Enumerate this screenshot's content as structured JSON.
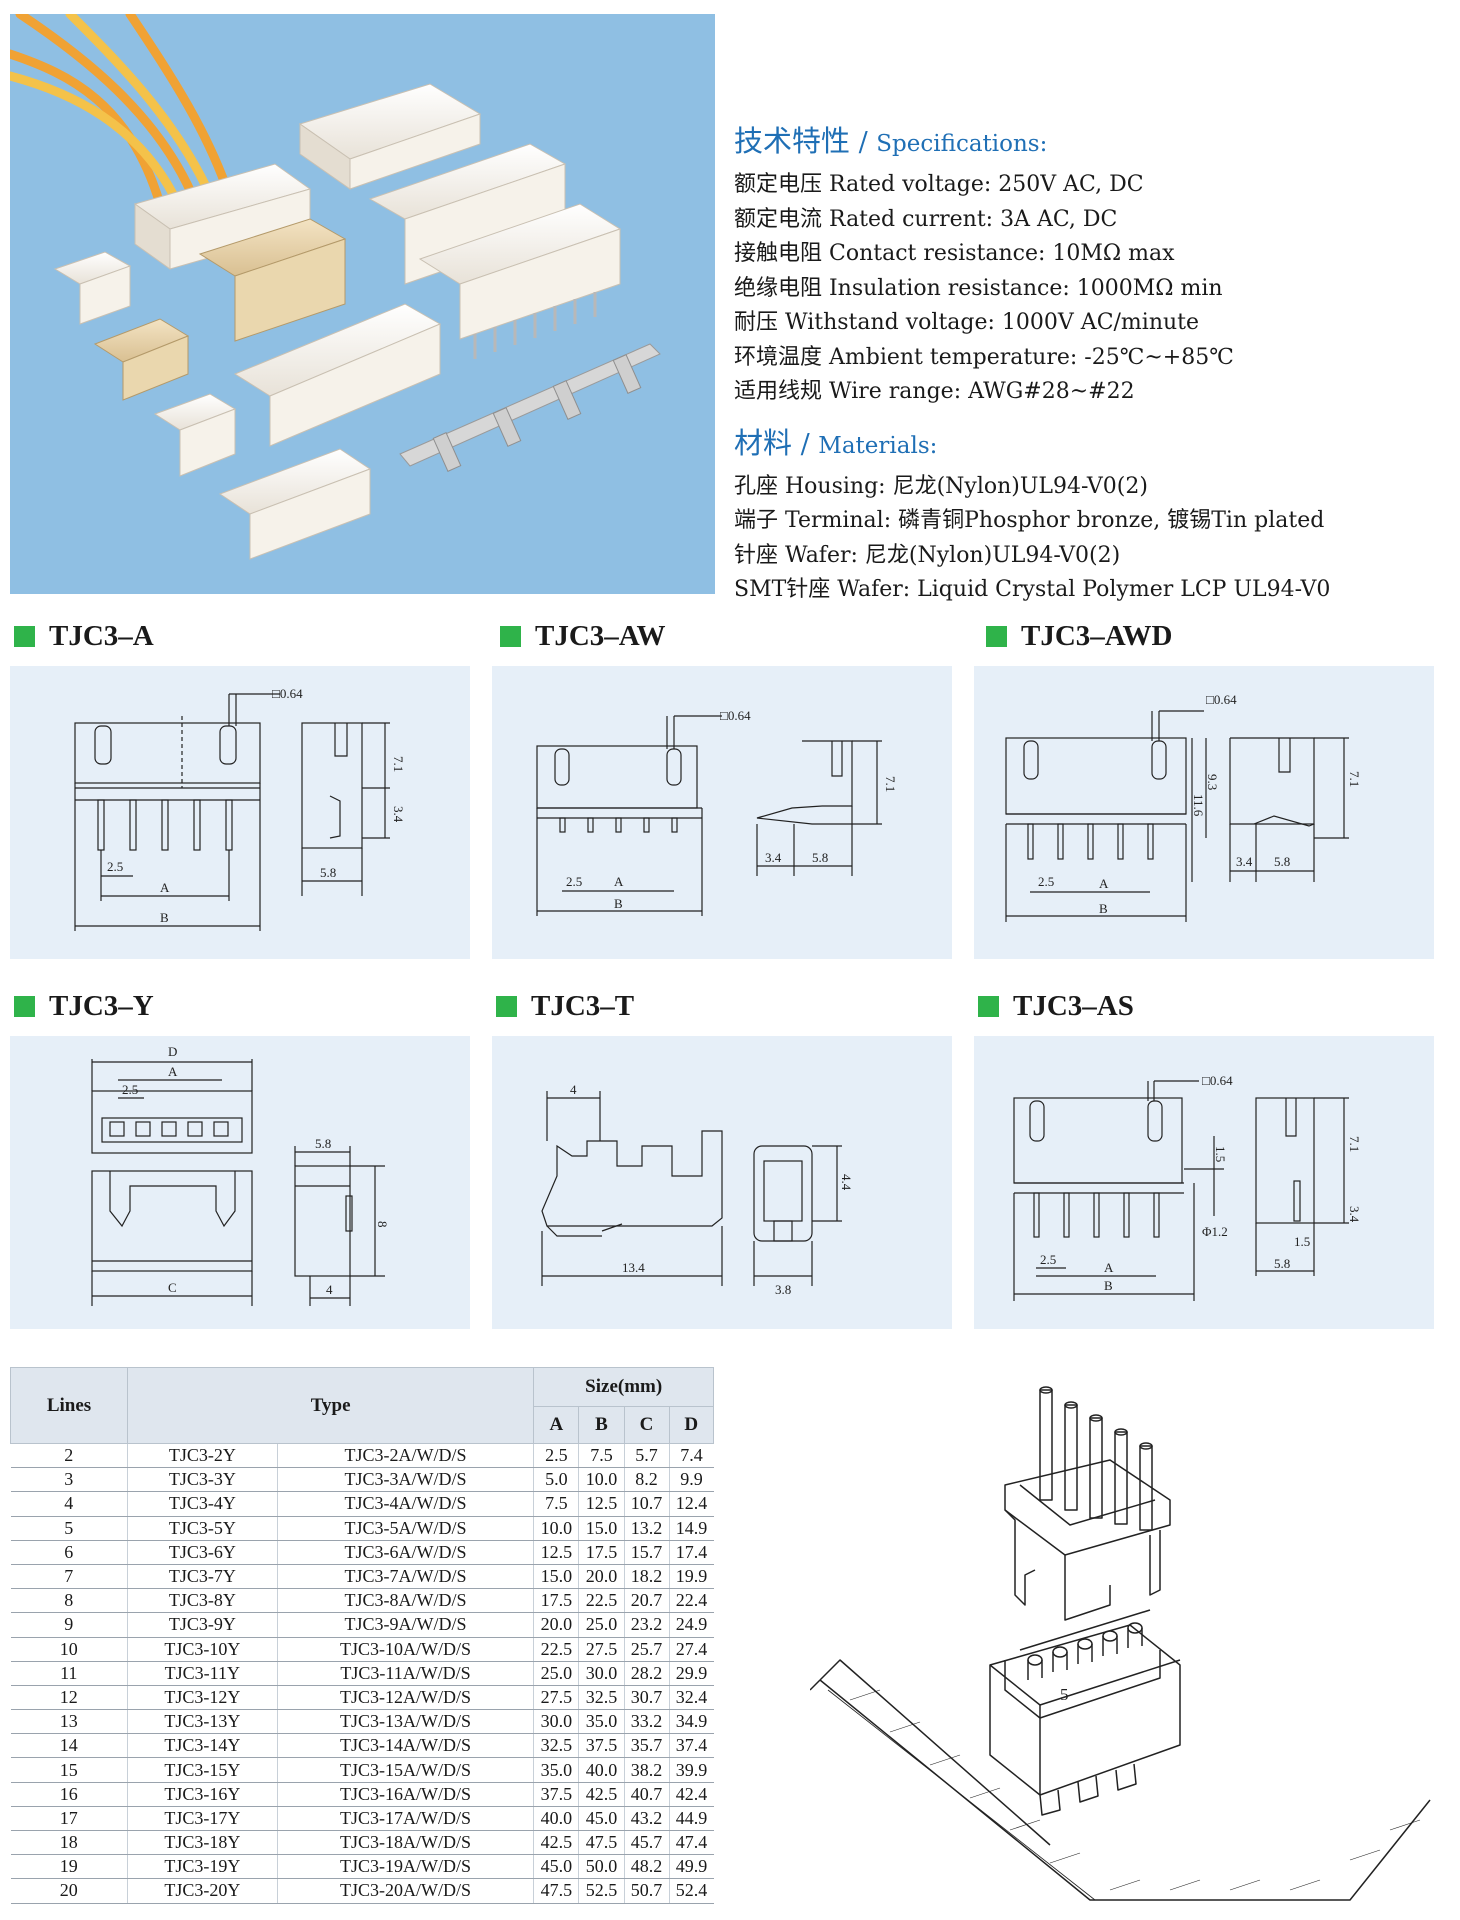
{
  "specifications": {
    "heading_cn": "技术特性",
    "heading_sep": " / ",
    "heading_en": "Specifications:",
    "lines": [
      "额定电压 Rated voltage: 250V AC, DC",
      "额定电流 Rated current: 3A AC, DC",
      "接触电阻 Contact resistance: 10MΩ max",
      "绝缘电阻 Insulation resistance: 1000MΩ min",
      "耐压 Withstand voltage: 1000V AC/minute",
      "环境温度 Ambient temperature: -25℃~+85℃",
      "适用线规 Wire range: AWG#28~#22"
    ]
  },
  "materials": {
    "heading_cn": "材料",
    "heading_sep": " / ",
    "heading_en": "Materials:",
    "lines": [
      "孔座 Housing: 尼龙(Nylon)UL94-V0(2)",
      "端子 Terminal: 磷青铜Phosphor bronze, 镀锡Tin plated",
      "针座 Wafer: 尼龙(Nylon)UL94-V0(2)",
      "SMT针座 Wafer: Liquid Crystal Polymer LCP UL94-V0"
    ]
  },
  "sections": {
    "a": "TJC3–A",
    "aw": "TJC3–AW",
    "awd": "TJC3–AWD",
    "y": "TJC3–Y",
    "t": "TJC3–T",
    "as": "TJC3–AS"
  },
  "dims": {
    "sq064": "□0.64",
    "p25": "2.5",
    "A": "A",
    "B": "B",
    "C": "C",
    "D": "D",
    "d71": "7.1",
    "d34": "3.4",
    "d58": "5.8",
    "d116": "11.6",
    "d93": "9.3",
    "d4": "4",
    "d8": "8",
    "d44": "4.4",
    "d38": "3.8",
    "d134": "13.4",
    "d15": "1.5",
    "phi12": "Φ1.2"
  },
  "iso_label": "5",
  "table": {
    "h_lines": "Lines",
    "h_type": "Type",
    "h_size": "Size(mm)",
    "h_a": "A",
    "h_b": "B",
    "h_c": "C",
    "h_d": "D",
    "rows": [
      [
        "2",
        "TJC3-2Y",
        "TJC3-2A/W/D/S",
        "2.5",
        "7.5",
        "5.7",
        "7.4"
      ],
      [
        "3",
        "TJC3-3Y",
        "TJC3-3A/W/D/S",
        "5.0",
        "10.0",
        "8.2",
        "9.9"
      ],
      [
        "4",
        "TJC3-4Y",
        "TJC3-4A/W/D/S",
        "7.5",
        "12.5",
        "10.7",
        "12.4"
      ],
      [
        "5",
        "TJC3-5Y",
        "TJC3-5A/W/D/S",
        "10.0",
        "15.0",
        "13.2",
        "14.9"
      ],
      [
        "6",
        "TJC3-6Y",
        "TJC3-6A/W/D/S",
        "12.5",
        "17.5",
        "15.7",
        "17.4"
      ],
      [
        "7",
        "TJC3-7Y",
        "TJC3-7A/W/D/S",
        "15.0",
        "20.0",
        "18.2",
        "19.9"
      ],
      [
        "8",
        "TJC3-8Y",
        "TJC3-8A/W/D/S",
        "17.5",
        "22.5",
        "20.7",
        "22.4"
      ],
      [
        "9",
        "TJC3-9Y",
        "TJC3-9A/W/D/S",
        "20.0",
        "25.0",
        "23.2",
        "24.9"
      ],
      [
        "10",
        "TJC3-10Y",
        "TJC3-10A/W/D/S",
        "22.5",
        "27.5",
        "25.7",
        "27.4"
      ],
      [
        "11",
        "TJC3-11Y",
        "TJC3-11A/W/D/S",
        "25.0",
        "30.0",
        "28.2",
        "29.9"
      ],
      [
        "12",
        "TJC3-12Y",
        "TJC3-12A/W/D/S",
        "27.5",
        "32.5",
        "30.7",
        "32.4"
      ],
      [
        "13",
        "TJC3-13Y",
        "TJC3-13A/W/D/S",
        "30.0",
        "35.0",
        "33.2",
        "34.9"
      ],
      [
        "14",
        "TJC3-14Y",
        "TJC3-14A/W/D/S",
        "32.5",
        "37.5",
        "35.7",
        "37.4"
      ],
      [
        "15",
        "TJC3-15Y",
        "TJC3-15A/W/D/S",
        "35.0",
        "40.0",
        "38.2",
        "39.9"
      ],
      [
        "16",
        "TJC3-16Y",
        "TJC3-16A/W/D/S",
        "37.5",
        "42.5",
        "40.7",
        "42.4"
      ],
      [
        "17",
        "TJC3-17Y",
        "TJC3-17A/W/D/S",
        "40.0",
        "45.0",
        "43.2",
        "44.9"
      ],
      [
        "18",
        "TJC3-18Y",
        "TJC3-18A/W/D/S",
        "42.5",
        "47.5",
        "45.7",
        "47.4"
      ],
      [
        "19",
        "TJC3-19Y",
        "TJC3-19A/W/D/S",
        "45.0",
        "50.0",
        "48.2",
        "49.9"
      ],
      [
        "20",
        "TJC3-20Y",
        "TJC3-20A/W/D/S",
        "47.5",
        "52.5",
        "50.7",
        "52.4"
      ]
    ]
  }
}
